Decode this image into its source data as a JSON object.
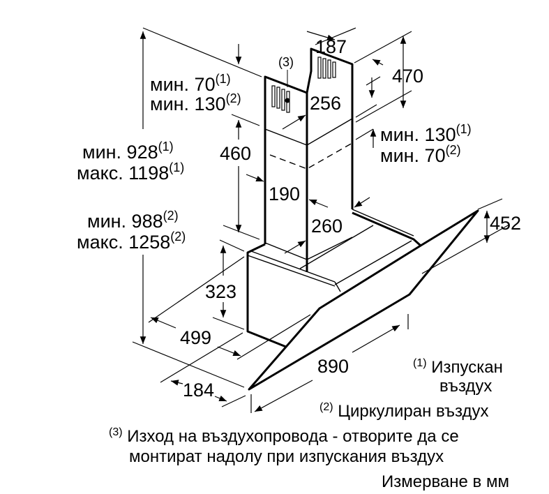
{
  "dimensions": {
    "duct_depth": "187",
    "duct_upper_height": "470",
    "duct_upper_width": "256",
    "outlet_ref": "(3)",
    "top_gap_line1": {
      "text": "мин. 70",
      "note": "(1)"
    },
    "top_gap_line2": {
      "text": "мин. 130",
      "note": "(2)"
    },
    "side_gap_line1": {
      "text": "мин. 130",
      "note": "(1)"
    },
    "side_gap_line2": {
      "text": "мин. 70",
      "note": "(2)"
    },
    "total_exhaust_min": {
      "text": "мин. 928",
      "note": "(1)"
    },
    "total_exhaust_max": {
      "text": "макс. 1198",
      "note": "(1)"
    },
    "lower_duct_height": "460",
    "lower_duct_depth": "190",
    "lower_duct_width": "260",
    "glass_height": "452",
    "total_recirc_min": {
      "text": "мин. 988",
      "note": "(2)"
    },
    "total_recirc_max": {
      "text": "макс. 1258",
      "note": "(2)"
    },
    "body_height": "323",
    "hood_depth": "499",
    "hood_width": "890",
    "front_depth": "184"
  },
  "legend": {
    "note1_marker": "(1)",
    "note1_line1": "Изпускан",
    "note1_line2": "въздух",
    "note2_marker": "(2)",
    "note2": "Циркулиран въздух",
    "note3_marker": "(3)",
    "note3_line1": "Изход на въздухопровода - отворите да се",
    "note3_line2": "монтират надолу при изпускания въздух",
    "units": "Измерване в мм"
  }
}
